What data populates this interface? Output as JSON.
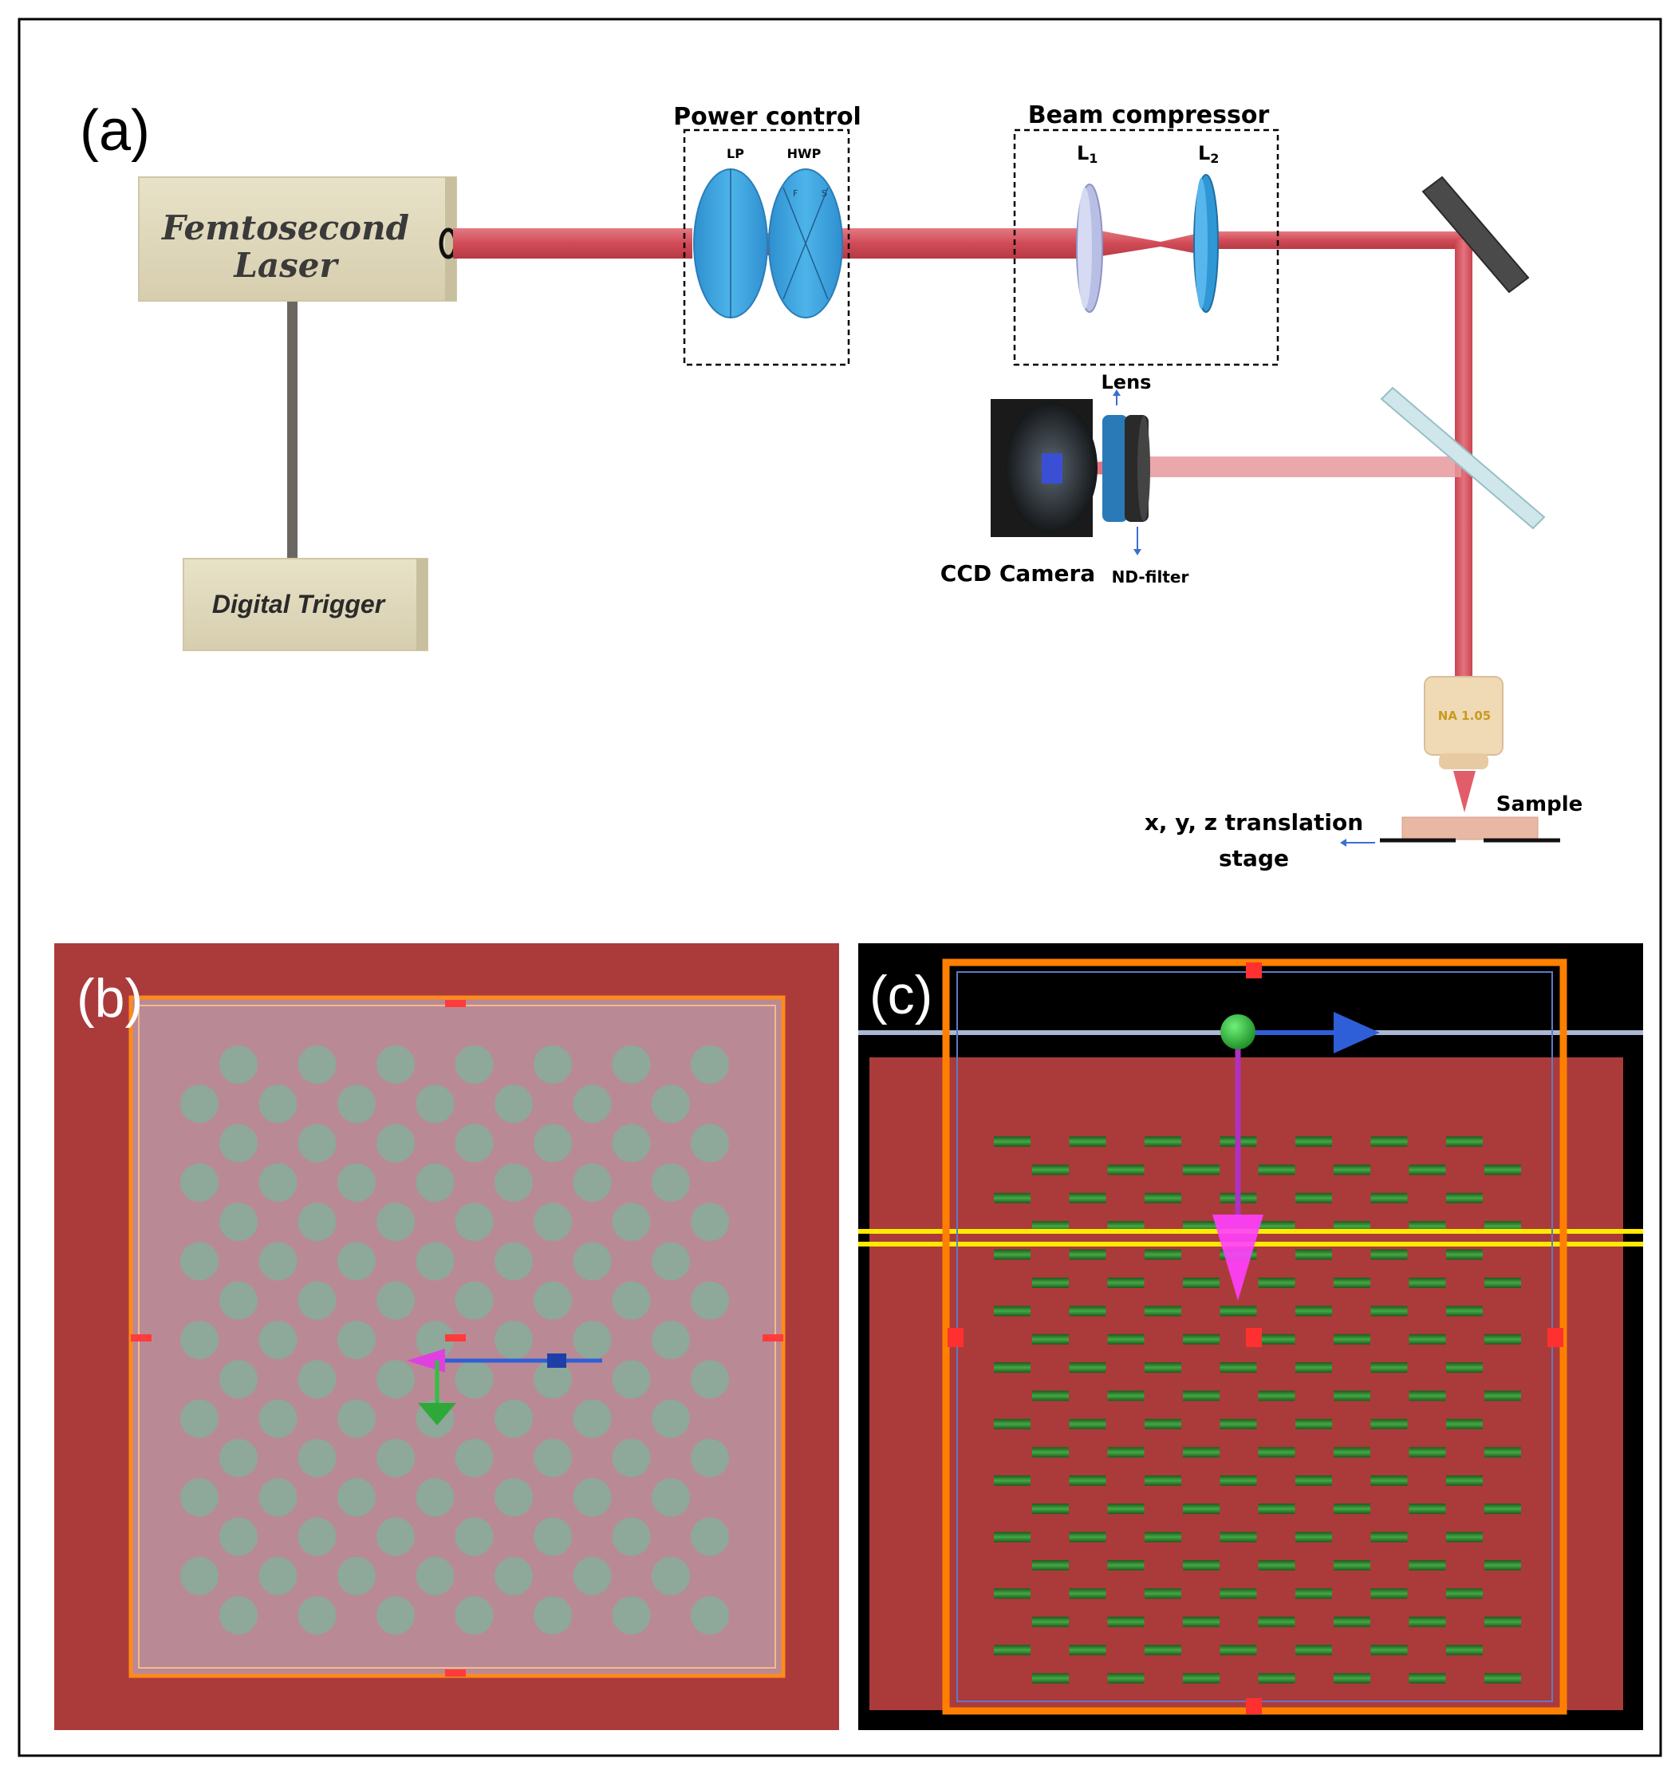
{
  "panel_a": {
    "label": "(a)",
    "laser_line1": "Femtosecond",
    "laser_line2": "Laser",
    "trigger": "Digital Trigger",
    "power_control": "Power control",
    "lp": "LP",
    "hwp": "HWP",
    "hwp_f": "F",
    "hwp_s": "S",
    "beam_compressor": "Beam compressor",
    "l1": "L",
    "l1_sub": "1",
    "l2": "L",
    "l2_sub": "2",
    "lens": "Lens",
    "ccd": "CCD Camera",
    "nd_filter": "ND-filter",
    "objective": "NA 1.05",
    "sample": "Sample",
    "stage_line1": "x, y, z translation",
    "stage_line2": "stage"
  },
  "panel_b": {
    "label": "(b)",
    "rows": 15,
    "cols_even": 7,
    "cols_odd": 7
  },
  "panel_c": {
    "label": "(c)",
    "rows": 20,
    "cols": 7
  },
  "colors": {
    "beam": "#d9525e",
    "waveplate": "#3aa6e0",
    "plate_red": "#ab3b3b",
    "gizmo_magenta": "#e040e0",
    "gizmo_blue": "#3060e0",
    "gizmo_green": "#30c040",
    "frame_orange": "#ff8000"
  }
}
